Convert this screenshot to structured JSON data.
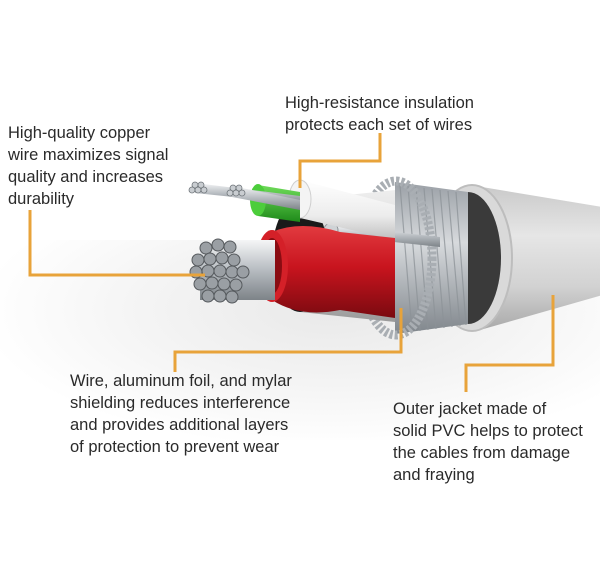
{
  "diagram": {
    "subject": "USB cable cross-section",
    "accent_color": "#E8A33A",
    "callouts": [
      {
        "id": "copper",
        "target": "copper wire strands",
        "lines": [
          "High-quality copper",
          "wire maximizes signal",
          "quality and increases",
          "durability"
        ]
      },
      {
        "id": "insulation",
        "target": "wire insulation",
        "lines": [
          "High-resistance insulation",
          "protects each set of wires"
        ]
      },
      {
        "id": "shielding",
        "target": "braided shielding",
        "lines": [
          "Wire, aluminum foil, and mylar",
          "shielding reduces interference",
          "and provides additional layers",
          "of protection to prevent wear"
        ]
      },
      {
        "id": "jacket",
        "target": "outer PVC jacket",
        "lines": [
          "Outer jacket made of",
          "solid PVC helps to protect",
          "the cables from damage",
          "and fraying"
        ]
      }
    ],
    "components": {
      "red_insulation": "#C8141E",
      "green_insulation": "#3DBE2E",
      "white_insulation": "#F2F2F2",
      "metal": "#BFC3C8",
      "jacket": "#DADADA"
    }
  }
}
